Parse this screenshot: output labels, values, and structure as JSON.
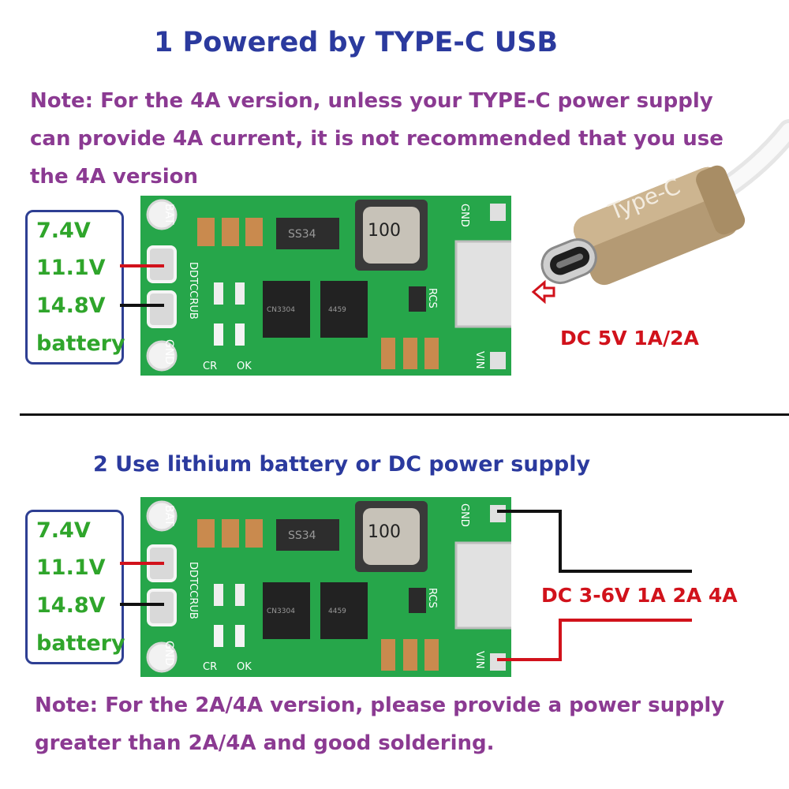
{
  "section1": {
    "title": "1 Powered by TYPE-C USB",
    "note": "Note: For the 4A version, unless your TYPE-C power supply can provide 4A current, it is not recommended that you use the 4A version",
    "voltages": [
      "7.4V",
      "11.1V",
      "14.8V",
      "battery"
    ],
    "input_label": "DC 5V 1A/2A",
    "cable_label": "Type-C"
  },
  "section2": {
    "title": "2 Use lithium battery or DC power supply",
    "voltages": [
      "7.4V",
      "11.1V",
      "14.8V",
      "battery"
    ],
    "input_label": "DC 3-6V 1A 2A 4A",
    "note": "Note: For the 2A/4A version, please provide a power supply greater than 2A/4A and good soldering."
  },
  "board": {
    "bat": "BAT",
    "gnd": "GND",
    "model": "DDTCCRUB",
    "cr": "CR",
    "ok": "OK",
    "rcs": "RCS",
    "vin": "VIN",
    "inductor": "100",
    "diode": "SS34",
    "ic1": "CN3304",
    "ic2": "4459"
  },
  "colors": {
    "title": "#2b3a9e",
    "note": "#8b3a92",
    "voltage": "#2fa52b",
    "input": "#d1121b",
    "pcb": "#26a64a",
    "box_border": "#2e3f93"
  }
}
